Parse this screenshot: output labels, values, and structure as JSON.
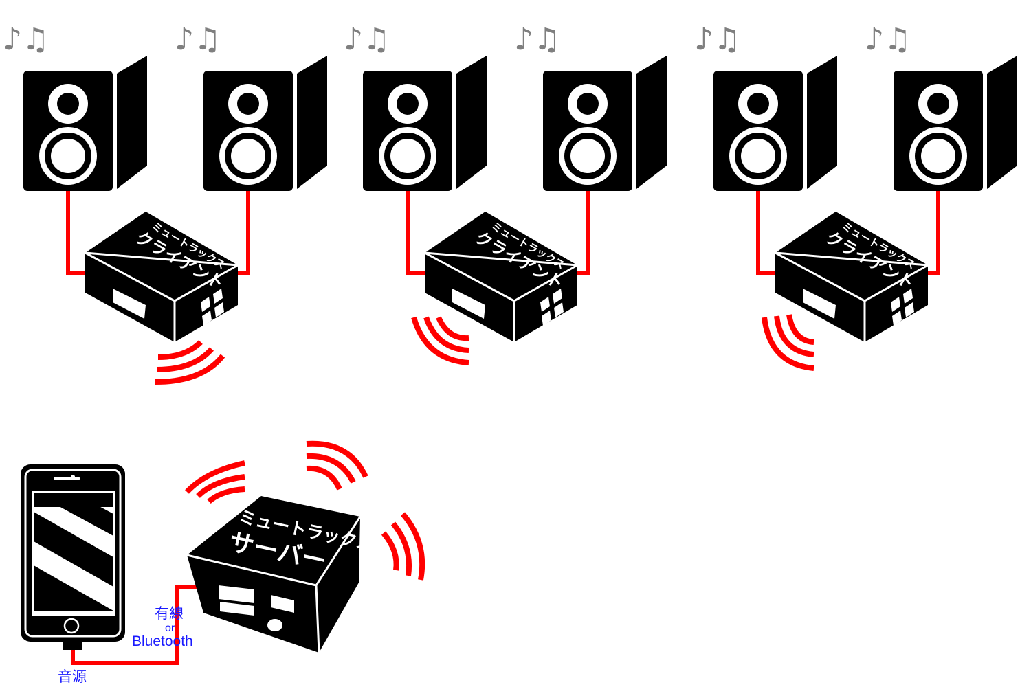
{
  "music_note": "♪♫",
  "client_device": {
    "line1": "ミュートラックス",
    "line2": "クライアント"
  },
  "server_device": {
    "line1": "ミュートラックス",
    "line2": "サーバー"
  },
  "connection_label": {
    "wired": "有線",
    "or": "or",
    "bluetooth": "Bluetooth"
  },
  "source_label": "音源",
  "colors": {
    "device": "#000000",
    "cable": "#ff0000",
    "label": "#1a1aff",
    "note": "#7f7f7f"
  }
}
